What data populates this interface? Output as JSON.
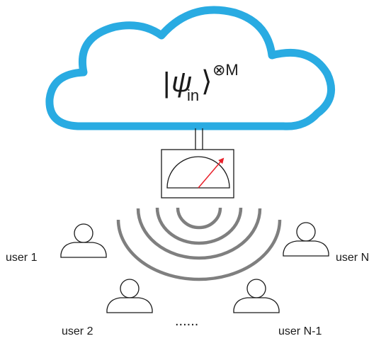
{
  "cloud": {
    "state_bar": "|",
    "state_psi": "ψ",
    "state_sub": "in",
    "state_ket": "⟩",
    "state_sup": "⊗M",
    "color": "#29abe2"
  },
  "meter": {
    "needle_color": "#e8202a"
  },
  "waves": {
    "color": "#7f7f7f"
  },
  "users": [
    {
      "label": "user 1"
    },
    {
      "label": "user 2"
    },
    {
      "label": "user N-1"
    },
    {
      "label": "user N"
    }
  ],
  "ellipsis": "......"
}
